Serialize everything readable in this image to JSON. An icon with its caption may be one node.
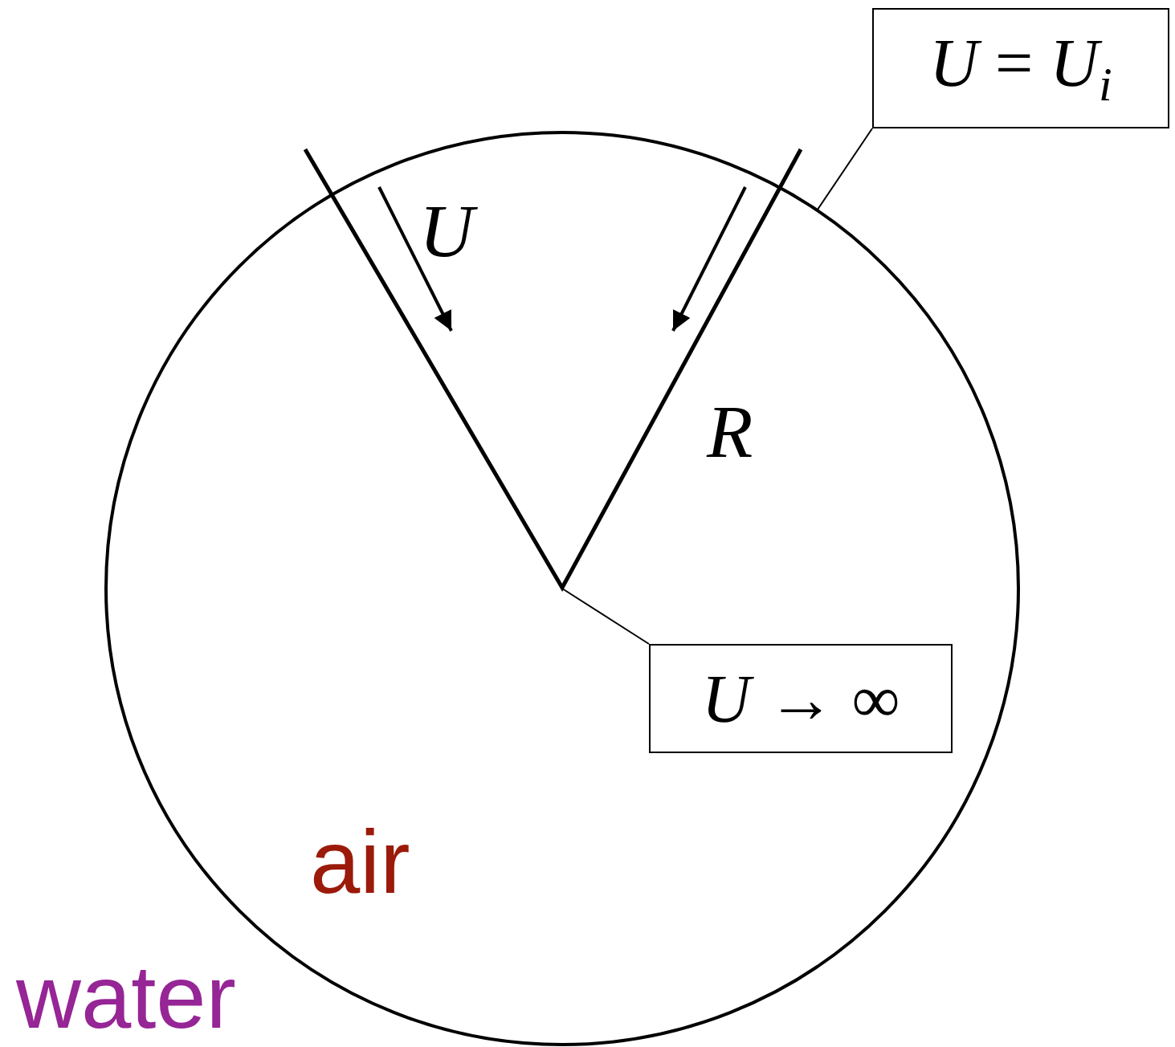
{
  "diagram": {
    "nodes": [
      {
        "text": [],
        "shape": "circle"
      },
      {
        "text": [
          "*U* = *U*$_{i}$"
        ]
      },
      {
        "text": [
          "*U* → ∞"
        ],
        "in": 0
      }
    ],
    "edges": [
      {
        "from": 1,
        "to": 0,
        "arrow": "none"
      },
      {
        "from": 2,
        "to": null,
        "arrow": "none"
      }
    ],
    "labels": [
      "U",
      "R",
      "air",
      "water"
    ]
  }
}
